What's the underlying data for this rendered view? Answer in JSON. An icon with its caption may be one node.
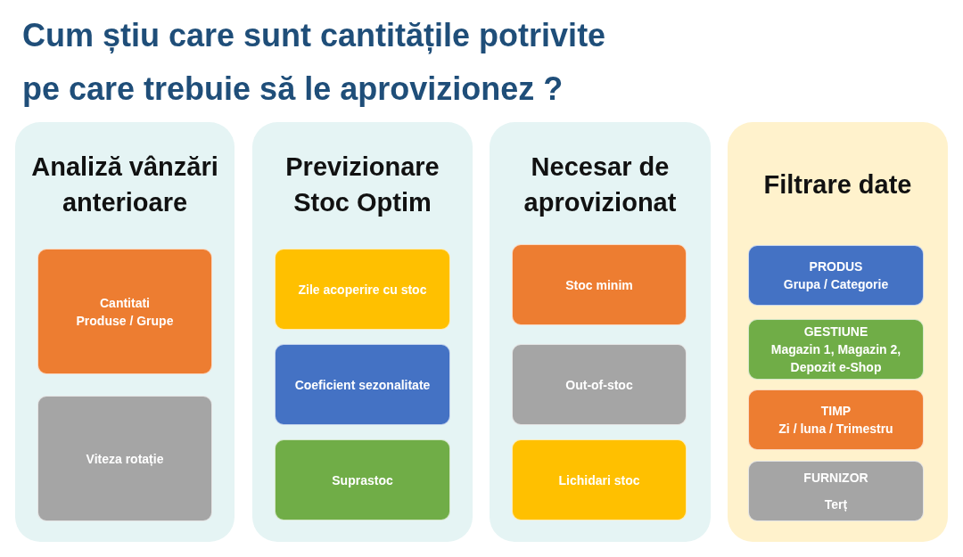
{
  "diagram": {
    "title": "Cum știu care sunt cantitățile potrivite pe care trebuie să le aprovizionez ?",
    "nodes": [
      {
        "text": [
          "Analiză vânzări anterioare"
        ]
      },
      {
        "text": [
          "Cantitati",
          "Produse / Grupe"
        ],
        "in": 0
      },
      {
        "text": [
          "Viteza rotație"
        ],
        "in": 0
      },
      {
        "text": [
          "Previzionare Stoc Optim"
        ]
      },
      {
        "text": [
          "Zile acoperire cu stoc"
        ],
        "in": 3
      },
      {
        "text": [
          "Coeficient sezonalitate"
        ],
        "in": 3
      },
      {
        "text": [
          "Suprastoc"
        ],
        "in": 3
      },
      {
        "text": [
          "Necesar de aprovizionat"
        ]
      },
      {
        "text": [
          "Stoc minim"
        ],
        "in": 7
      },
      {
        "text": [
          "Out-of-stoc"
        ],
        "in": 7
      },
      {
        "text": [
          "Lichidari stoc"
        ],
        "in": 7
      },
      {
        "text": [
          "Filtrare date"
        ]
      },
      {
        "text": [
          "PRODUS",
          "Grupa / Categorie"
        ],
        "in": 11
      },
      {
        "text": [
          "GESTIUNE",
          "Magazin 1, Magazin 2, Depozit e-Shop"
        ],
        "in": 11
      },
      {
        "text": [
          "TIMP",
          "Zi / luna / Trimestru"
        ],
        "in": 11
      },
      {
        "text": [
          "FURNIZOR",
          "Terț"
        ],
        "in": 11
      }
    ]
  }
}
